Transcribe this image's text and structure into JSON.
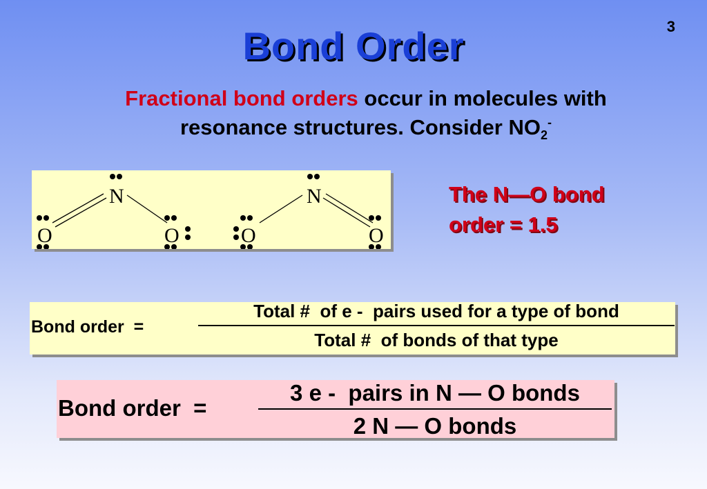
{
  "slide": {
    "number": "3",
    "title": "Bond Order",
    "intro": {
      "highlight": "Fractional bond orders",
      "line1_rest": " occur in molecules with",
      "line2": "resonance structures.      Consider NO",
      "subscript": "2",
      "superscript": "-"
    },
    "lewis": {
      "structure1": {
        "top": "N",
        "left": "O",
        "right": "O"
      },
      "structure2": {
        "top": "N",
        "left": "O",
        "right": "O"
      }
    },
    "note": {
      "line1": "The N—O bond",
      "line2": "order = 1.5"
    },
    "formula_general": {
      "lhs": "Bond order  =",
      "numerator": "Total #  of e -  pairs used for a type of bond",
      "denominator": "Total #  of bonds of that type"
    },
    "formula_specific": {
      "lhs": "Bond order  =",
      "numerator": "3 e -  pairs in N — O bonds",
      "denominator": "2 N — O bonds"
    }
  },
  "colors": {
    "title": "#1a3fd6",
    "highlight_red": "#d00018",
    "box_yellow": "#ffffc8",
    "box_pink": "#ffd0d8"
  }
}
